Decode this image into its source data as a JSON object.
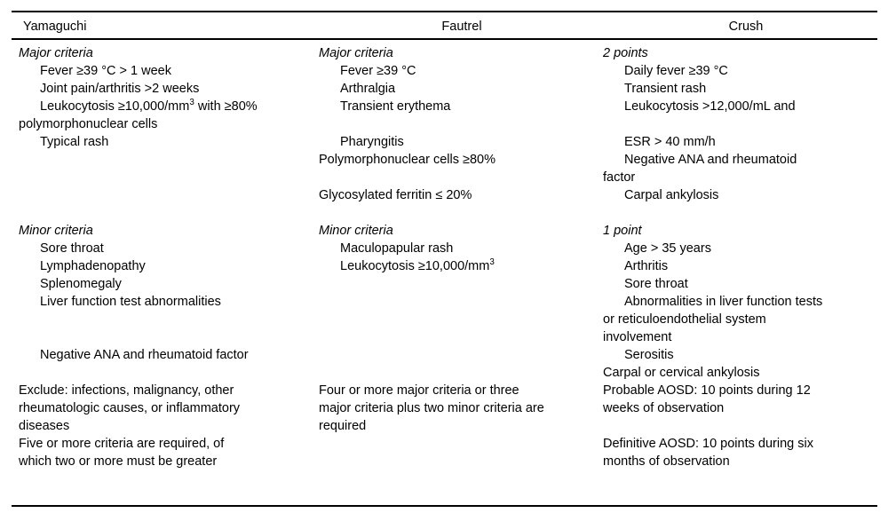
{
  "table": {
    "caption_absent": true,
    "columns": [
      {
        "id": "yamaguchi",
        "header": "Yamaguchi",
        "lines": [
          {
            "text": "Major criteria",
            "style": "heading"
          },
          {
            "text": "Fever ≥39 °C > 1 week",
            "style": "indent"
          },
          {
            "text": "Joint pain/arthritis >2 weeks",
            "style": "indent"
          },
          {
            "text": "Leukocytosis ≥10,000/mm",
            "sup": "3",
            "text_after": " with ≥80%",
            "style": "hang"
          },
          {
            "text": "polymorphonuclear cells",
            "style": "flush"
          },
          {
            "text": "Typical rash",
            "style": "indent"
          },
          {
            "text": "",
            "style": "spacer"
          },
          {
            "text": "",
            "style": "spacer"
          },
          {
            "text": "",
            "style": "spacer"
          },
          {
            "text": "",
            "style": "spacer"
          },
          {
            "text": "Minor criteria",
            "style": "heading"
          },
          {
            "text": "Sore throat",
            "style": "indent"
          },
          {
            "text": "Lymphadenopathy",
            "style": "indent"
          },
          {
            "text": "Splenomegaly",
            "style": "indent"
          },
          {
            "text": "Liver function test abnormalities",
            "style": "indent"
          },
          {
            "text": "",
            "style": "spacer"
          },
          {
            "text": "",
            "style": "spacer"
          },
          {
            "text": "Negative ANA and rheumatoid factor",
            "style": "indent"
          },
          {
            "text": "",
            "style": "spacer"
          },
          {
            "text": "Exclude: infections, malignancy, other",
            "style": "block"
          },
          {
            "text": "rheumatologic causes, or inflammatory",
            "style": "block"
          },
          {
            "text": "diseases",
            "style": "block"
          },
          {
            "text": "Five or more criteria are required, of",
            "style": "block"
          },
          {
            "text": "which two or more must be greater",
            "style": "block"
          }
        ]
      },
      {
        "id": "fautrel",
        "header": "Fautrel",
        "lines": [
          {
            "text": "Major criteria",
            "style": "heading"
          },
          {
            "text": "Fever ≥39 °C",
            "style": "indent"
          },
          {
            "text": "Arthralgia",
            "style": "indent"
          },
          {
            "text": "Transient erythema",
            "style": "indent"
          },
          {
            "text": "",
            "style": "spacer"
          },
          {
            "text": "Pharyngitis",
            "style": "indent"
          },
          {
            "text": "Polymorphonuclear cells ≥80%",
            "style": "block"
          },
          {
            "text": "",
            "style": "spacer"
          },
          {
            "text": "Glycosylated ferritin ≤ 20%",
            "style": "block"
          },
          {
            "text": "",
            "style": "spacer"
          },
          {
            "text": "Minor criteria",
            "style": "heading"
          },
          {
            "text": "Maculopapular rash",
            "style": "indent"
          },
          {
            "text": "Leukocytosis ≥10,000/mm",
            "sup": "3",
            "text_after": "",
            "style": "indent"
          },
          {
            "text": "",
            "style": "spacer"
          },
          {
            "text": "",
            "style": "spacer"
          },
          {
            "text": "",
            "style": "spacer"
          },
          {
            "text": "",
            "style": "spacer"
          },
          {
            "text": "",
            "style": "spacer"
          },
          {
            "text": "",
            "style": "spacer"
          },
          {
            "text": "Four or more major criteria or three",
            "style": "block"
          },
          {
            "text": "major criteria plus two minor criteria are",
            "style": "block"
          },
          {
            "text": "required",
            "style": "block"
          }
        ]
      },
      {
        "id": "crush",
        "header": "Crush",
        "lines": [
          {
            "text": "2 points",
            "style": "heading"
          },
          {
            "text": "Daily fever ≥39 °C",
            "style": "indent"
          },
          {
            "text": "Transient rash",
            "style": "indent"
          },
          {
            "text": "Leukocytosis >12,000/mL and",
            "style": "indent"
          },
          {
            "text": "",
            "style": "spacer"
          },
          {
            "text": "ESR > 40 mm/h",
            "style": "indent"
          },
          {
            "text": "Negative ANA and rheumatoid",
            "style": "indent"
          },
          {
            "text": "factor",
            "style": "flush"
          },
          {
            "text": "Carpal ankylosis",
            "style": "indent"
          },
          {
            "text": "",
            "style": "spacer"
          },
          {
            "text": "1 point",
            "style": "heading"
          },
          {
            "text": "Age > 35 years",
            "style": "indent"
          },
          {
            "text": "Arthritis",
            "style": "indent"
          },
          {
            "text": "Sore throat",
            "style": "indent"
          },
          {
            "text": "Abnormalities in liver function tests",
            "style": "indent"
          },
          {
            "text": "or reticuloendothelial system",
            "style": "flush"
          },
          {
            "text": "involvement",
            "style": "flush"
          },
          {
            "text": "Serositis",
            "style": "indent"
          },
          {
            "text": "Carpal or cervical ankylosis",
            "style": "block"
          },
          {
            "text": "Probable AOSD: 10 points during 12",
            "style": "block"
          },
          {
            "text": "weeks of observation",
            "style": "block"
          },
          {
            "text": "",
            "style": "spacer"
          },
          {
            "text": "Definitive AOSD: 10 points during six",
            "style": "block"
          },
          {
            "text": "months of observation",
            "style": "block"
          }
        ]
      }
    ]
  },
  "style_tokens": {
    "text_color": "#000000",
    "background_color": "#ffffff",
    "rule_color": "#000000"
  }
}
